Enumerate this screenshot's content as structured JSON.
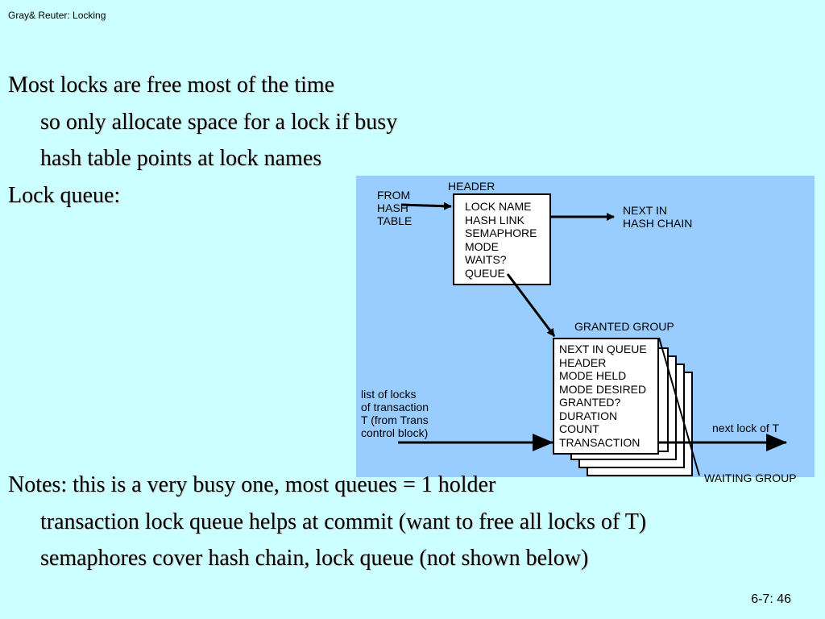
{
  "slide_header": "Gray& Reuter: Locking",
  "bullets": [
    {
      "text": "Most locks are free most of the time",
      "level": 0
    },
    {
      "text": "so only allocate space for a lock if busy",
      "level": 1
    },
    {
      "text": "hash table points at lock names",
      "level": 1
    },
    {
      "text": "Lock queue:",
      "level": 0
    },
    {
      "text": "Notes: this is a very busy one, most queues = 1 holder",
      "level": 0
    },
    {
      "text": "transaction lock queue helps at commit (want to free all locks of T)",
      "level": 1
    },
    {
      "text": "semaphores cover hash chain, lock queue  (not shown below)",
      "level": 1
    }
  ],
  "diagram": {
    "header_label": "HEADER",
    "from_hash_table": [
      "FROM",
      "HASH",
      "TABLE"
    ],
    "header_fields": [
      "LOCK NAME",
      "HASH LINK",
      "SEMAPHORE",
      "MODE",
      "WAITS?",
      "QUEUE"
    ],
    "next_in_hash_chain": [
      "NEXT IN",
      "HASH CHAIN"
    ],
    "granted_group_label": "GRANTED GROUP",
    "request_fields": [
      "NEXT IN QUEUE",
      "HEADER",
      "MODE HELD",
      "MODE DESIRED",
      "GRANTED?",
      "DURATION",
      "COUNT",
      "TRANSACTION"
    ],
    "list_of_locks": [
      "list of locks",
      "of transaction",
      "T (from Trans",
      "control block)"
    ],
    "next_lock_of_t": "next lock of T",
    "waiting_group_label": "WAITING GROUP"
  },
  "page_number": "6-7: 46",
  "colors": {
    "background": "#ccffff",
    "diagram_panel": "#99ccff"
  }
}
